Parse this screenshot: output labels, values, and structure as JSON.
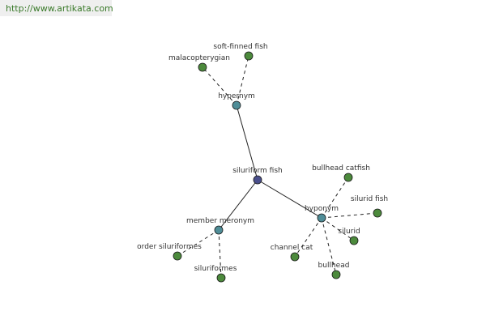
{
  "site_url": "http://www.artikata.com",
  "graph": {
    "colors": {
      "center_node": "#4a4f8c",
      "relation_node": "#4f8d97",
      "leaf_node": "#4c8a3c",
      "edge": "#222222"
    },
    "nodes": [
      {
        "id": "siluriform-fish",
        "label": "siluriform fish",
        "kind": "center"
      },
      {
        "id": "hypernym",
        "label": "hypernym",
        "kind": "relation"
      },
      {
        "id": "malacopterygian",
        "label": "malacopterygian",
        "kind": "leaf"
      },
      {
        "id": "soft-finned-fish",
        "label": "soft-finned fish",
        "kind": "leaf"
      },
      {
        "id": "member-meronym",
        "label": "member meronym",
        "kind": "relation"
      },
      {
        "id": "order-siluriformes",
        "label": "order siluriformes",
        "kind": "leaf"
      },
      {
        "id": "siluriformes",
        "label": "siluriformes",
        "kind": "leaf"
      },
      {
        "id": "hyponym",
        "label": "hyponym",
        "kind": "relation"
      },
      {
        "id": "bullhead-catfish",
        "label": "bullhead catfish",
        "kind": "leaf"
      },
      {
        "id": "silurid-fish",
        "label": "silurid fish",
        "kind": "leaf"
      },
      {
        "id": "silurid",
        "label": "silurid",
        "kind": "leaf"
      },
      {
        "id": "channel-cat",
        "label": "channel cat",
        "kind": "leaf"
      },
      {
        "id": "bullhead",
        "label": "bullhead",
        "kind": "leaf"
      }
    ],
    "edges": [
      {
        "from": "siluriform-fish",
        "to": "hypernym",
        "style": "solid"
      },
      {
        "from": "siluriform-fish",
        "to": "member-meronym",
        "style": "solid"
      },
      {
        "from": "siluriform-fish",
        "to": "hyponym",
        "style": "solid"
      },
      {
        "from": "hypernym",
        "to": "malacopterygian",
        "style": "dashed"
      },
      {
        "from": "hypernym",
        "to": "soft-finned-fish",
        "style": "dashed"
      },
      {
        "from": "member-meronym",
        "to": "order-siluriformes",
        "style": "dashed"
      },
      {
        "from": "member-meronym",
        "to": "siluriformes",
        "style": "dashed"
      },
      {
        "from": "hyponym",
        "to": "bullhead-catfish",
        "style": "dashed"
      },
      {
        "from": "hyponym",
        "to": "silurid-fish",
        "style": "dashed"
      },
      {
        "from": "hyponym",
        "to": "silurid",
        "style": "dashed"
      },
      {
        "from": "hyponym",
        "to": "channel-cat",
        "style": "dashed"
      },
      {
        "from": "hyponym",
        "to": "bullhead",
        "style": "dashed"
      }
    ]
  }
}
